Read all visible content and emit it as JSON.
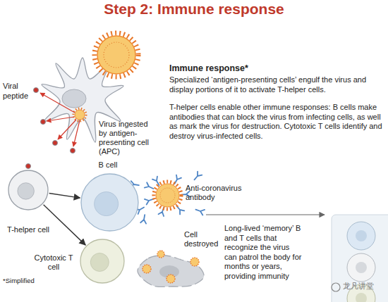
{
  "diagram": {
    "title": "Step 2: Immune response",
    "nodes": [
      {
        "text": [
          "Virus ingested by antigen-presenting cell (APC)"
        ]
      },
      {
        "text": [
          "T-helper cell"
        ]
      },
      {
        "text": [
          "B cell"
        ]
      },
      {
        "text": [
          "Anti-coronavirus antibody"
        ]
      },
      {
        "text": [
          "Cytotoxic T cell"
        ]
      },
      {
        "text": [
          "Cell destroyed"
        ]
      }
    ],
    "edges": [
      {
        "from": 1,
        "to": 2,
        "arrow": "to"
      },
      {
        "from": 1,
        "to": 4,
        "arrow": "to"
      }
    ],
    "labels": [
      "Immune response*",
      "Specialized ‘antigen-presenting cells’ engulf the virus and display portions of it to activate T-helper cells.",
      "T-helper cells enable other immune responses: B cells make antibodies that can block the virus from infecting cells, as well as mark the virus for destruction. Cytotoxic T cells identify and destroy virus-infected cells.",
      "Viral peptide",
      "Long-lived ‘memory’ B and T cells that recognize the virus can patrol the body for months or years, providing immunity",
      "*Simplified",
      "龙凡讲堂"
    ]
  }
}
